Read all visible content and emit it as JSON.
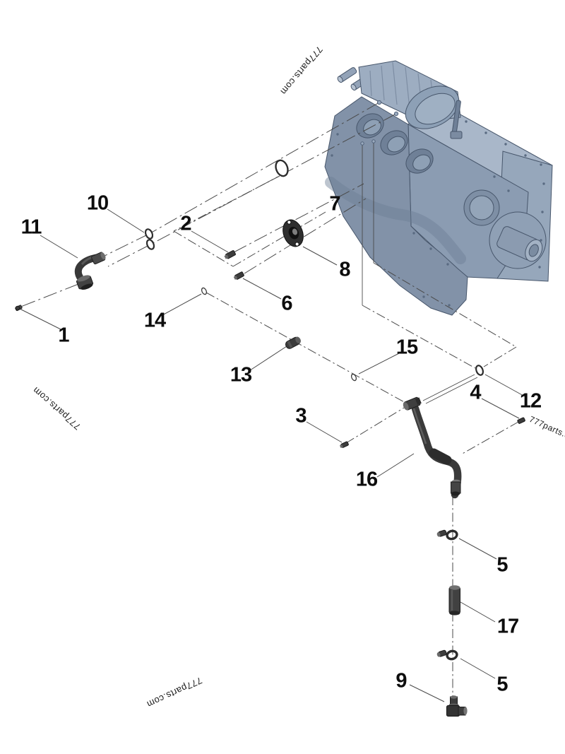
{
  "watermark": {
    "text": "777parts.com"
  },
  "callouts": {
    "c1": "1",
    "c2": "2",
    "c3": "3",
    "c4": "4",
    "c5a": "5",
    "c5b": "5",
    "c6": "6",
    "c7": "7",
    "c8": "8",
    "c9": "9",
    "c10": "10",
    "c11": "11",
    "c12": "12",
    "c13": "13",
    "c14": "14",
    "c15": "15",
    "c16": "16",
    "c17": "17"
  },
  "colors": {
    "background": "#ffffff",
    "line": "#4a4a4a",
    "part_dark": "#3a3a3a",
    "engine_main": "#8b9cb2",
    "engine_light": "#a9b7c9",
    "engine_shadow": "#6d7e95",
    "text": "#0d0d0d"
  }
}
